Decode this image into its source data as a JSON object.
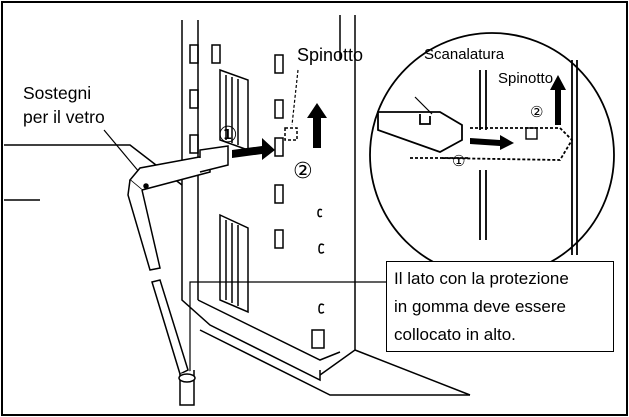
{
  "labels": {
    "supports_line1": "Sostegni",
    "supports_line2": "per il vetro",
    "pin": "Spinotto",
    "groove_detail": "Scanalatura",
    "pin_detail": "Spinotto",
    "step1": "①",
    "step2": "②"
  },
  "note": {
    "lines": [
      "Il lato con la protezione",
      "in gomma deve essere",
      "collocato in alto."
    ]
  }
}
